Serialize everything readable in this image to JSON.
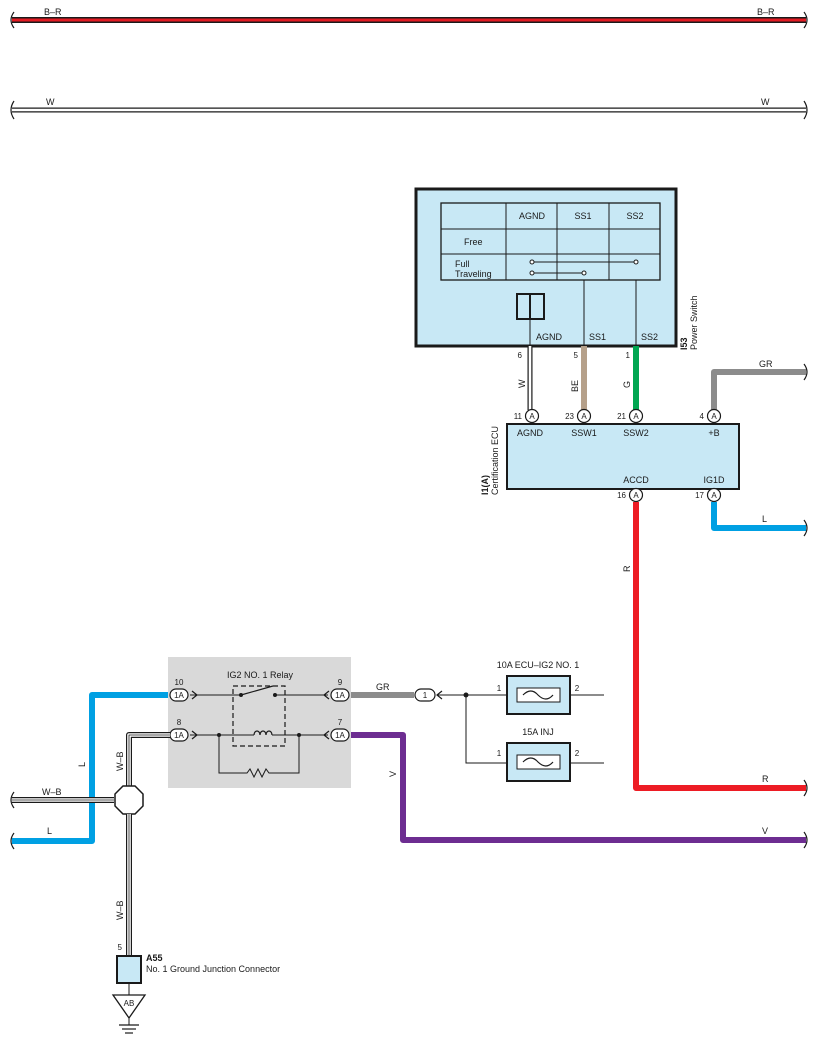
{
  "wires": {
    "top_br": {
      "left": "B–R",
      "right": "B–R"
    },
    "top_w": {
      "left": "W",
      "right": "W"
    },
    "gr_power": "GR",
    "l_ig1d": "L",
    "r_accd": "R",
    "r_end": "R",
    "gr_relay": "GR",
    "v_vert": "V",
    "v_end": "V",
    "l_vert": "L",
    "l_left": "L",
    "wb_left": "W–B",
    "wb_vert": "W–B",
    "wb_lower": "W–B",
    "agnd": "W",
    "ss1": "BE",
    "ss2": "G"
  },
  "colors": {
    "br_red": "#e31b23",
    "gray": "#8c8c8c",
    "blue": "#00a0e3",
    "red": "#ed1c24",
    "violet": "#6d2d91",
    "tan": "#b5a08a",
    "green": "#00a651",
    "box_fill": "#c8e8f5",
    "relay_bg": "#d9d9d9"
  },
  "power_switch": {
    "code": "I53",
    "name": "Power Switch",
    "table_headers": [
      "AGND",
      "SS1",
      "SS2"
    ],
    "row_free": "Free",
    "row_full_1": "Full",
    "row_full_2": "Traveling",
    "terminals": [
      "AGND",
      "SS1",
      "SS2"
    ],
    "pins": [
      "6",
      "5",
      "1"
    ]
  },
  "ecu": {
    "code": "I1(A)",
    "name": "Certification ECU",
    "top_terminals": [
      "AGND",
      "SSW1",
      "SSW2",
      "+B"
    ],
    "top_pins": [
      "11",
      "23",
      "21",
      "4"
    ],
    "bottom_terminals": [
      "ACCD",
      "IG1D"
    ],
    "bottom_pins": [
      "16",
      "17"
    ],
    "pin_letter": "A"
  },
  "relay": {
    "name": "IG2 NO. 1 Relay",
    "pins": [
      "10",
      "8",
      "9",
      "7"
    ],
    "connector": "1A"
  },
  "junction": {
    "label": "1"
  },
  "fuses": [
    {
      "name": "10A ECU–IG2 NO. 1",
      "pin_left": "1",
      "pin_right": "2"
    },
    {
      "name": "15A INJ",
      "pin_left": "1",
      "pin_right": "2"
    }
  ],
  "ground_connector": {
    "code": "A55",
    "name": "No.  1 Ground Junction Connector",
    "pin": "5",
    "ground_point": "AB"
  }
}
